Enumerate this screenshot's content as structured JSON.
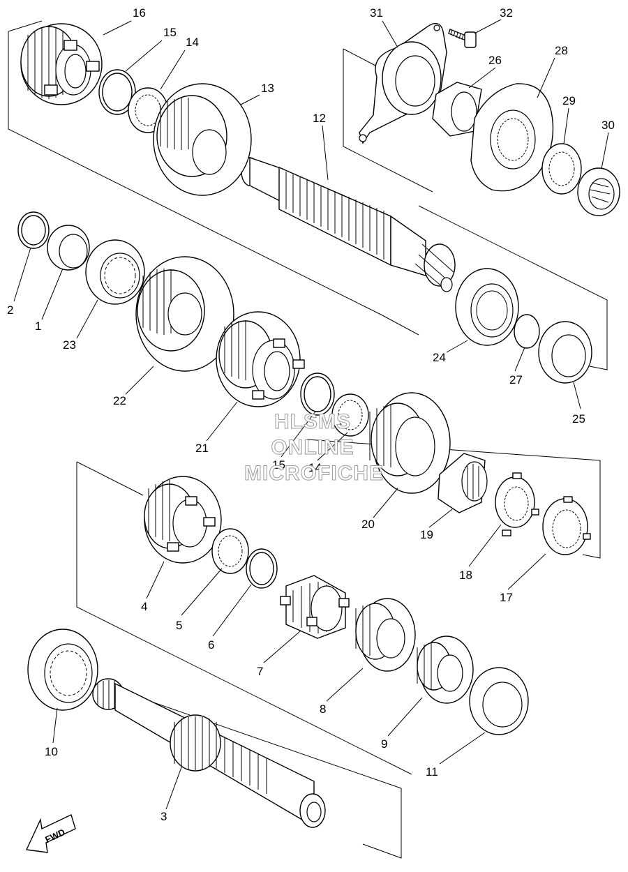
{
  "watermark": [
    "HLSMS",
    "ONLINE",
    "MICROFICHE"
  ],
  "direction_label": "FWD",
  "callouts": [
    "1",
    "2",
    "3",
    "4",
    "5",
    "6",
    "7",
    "8",
    "9",
    "10",
    "11",
    "12",
    "13",
    "14",
    "15",
    "16",
    "17",
    "18",
    "19",
    "20",
    "21",
    "22",
    "23",
    "24",
    "25",
    "26",
    "27",
    "28",
    "29",
    "30",
    "31",
    "32"
  ]
}
